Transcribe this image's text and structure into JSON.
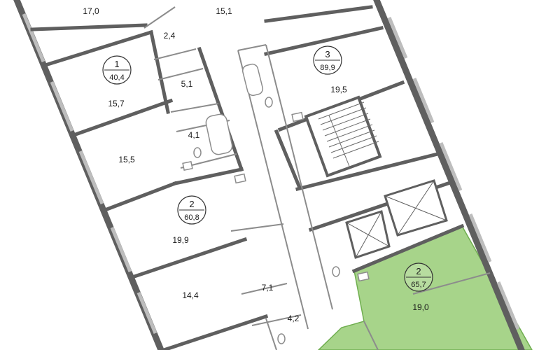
{
  "colors": {
    "wall": "#5f5f5f",
    "thin_wall": "#8c8c8c",
    "window": "#b5b5b5",
    "highlight": "#a7d48a",
    "highlight_edge": "#6fae4f",
    "text": "#1a1a1a"
  },
  "apartments": [
    {
      "number": "1",
      "area": "40,4",
      "highlighted": false
    },
    {
      "number": "3",
      "area": "89,9",
      "highlighted": false
    },
    {
      "number": "2",
      "area": "60,8",
      "highlighted": false
    },
    {
      "number": "2",
      "area": "65,7",
      "highlighted": true
    }
  ],
  "rooms": [
    "17,0",
    "15,1",
    "2,4",
    "5,1",
    "15,7",
    "19,5",
    "4,1",
    "15,5",
    "19,9",
    "14,4",
    "7,1",
    "4,2",
    "19,0"
  ],
  "icons": [
    "bathtub-icon",
    "toilet-icon",
    "sink-icon",
    "stair-icon",
    "elevator-icon"
  ]
}
